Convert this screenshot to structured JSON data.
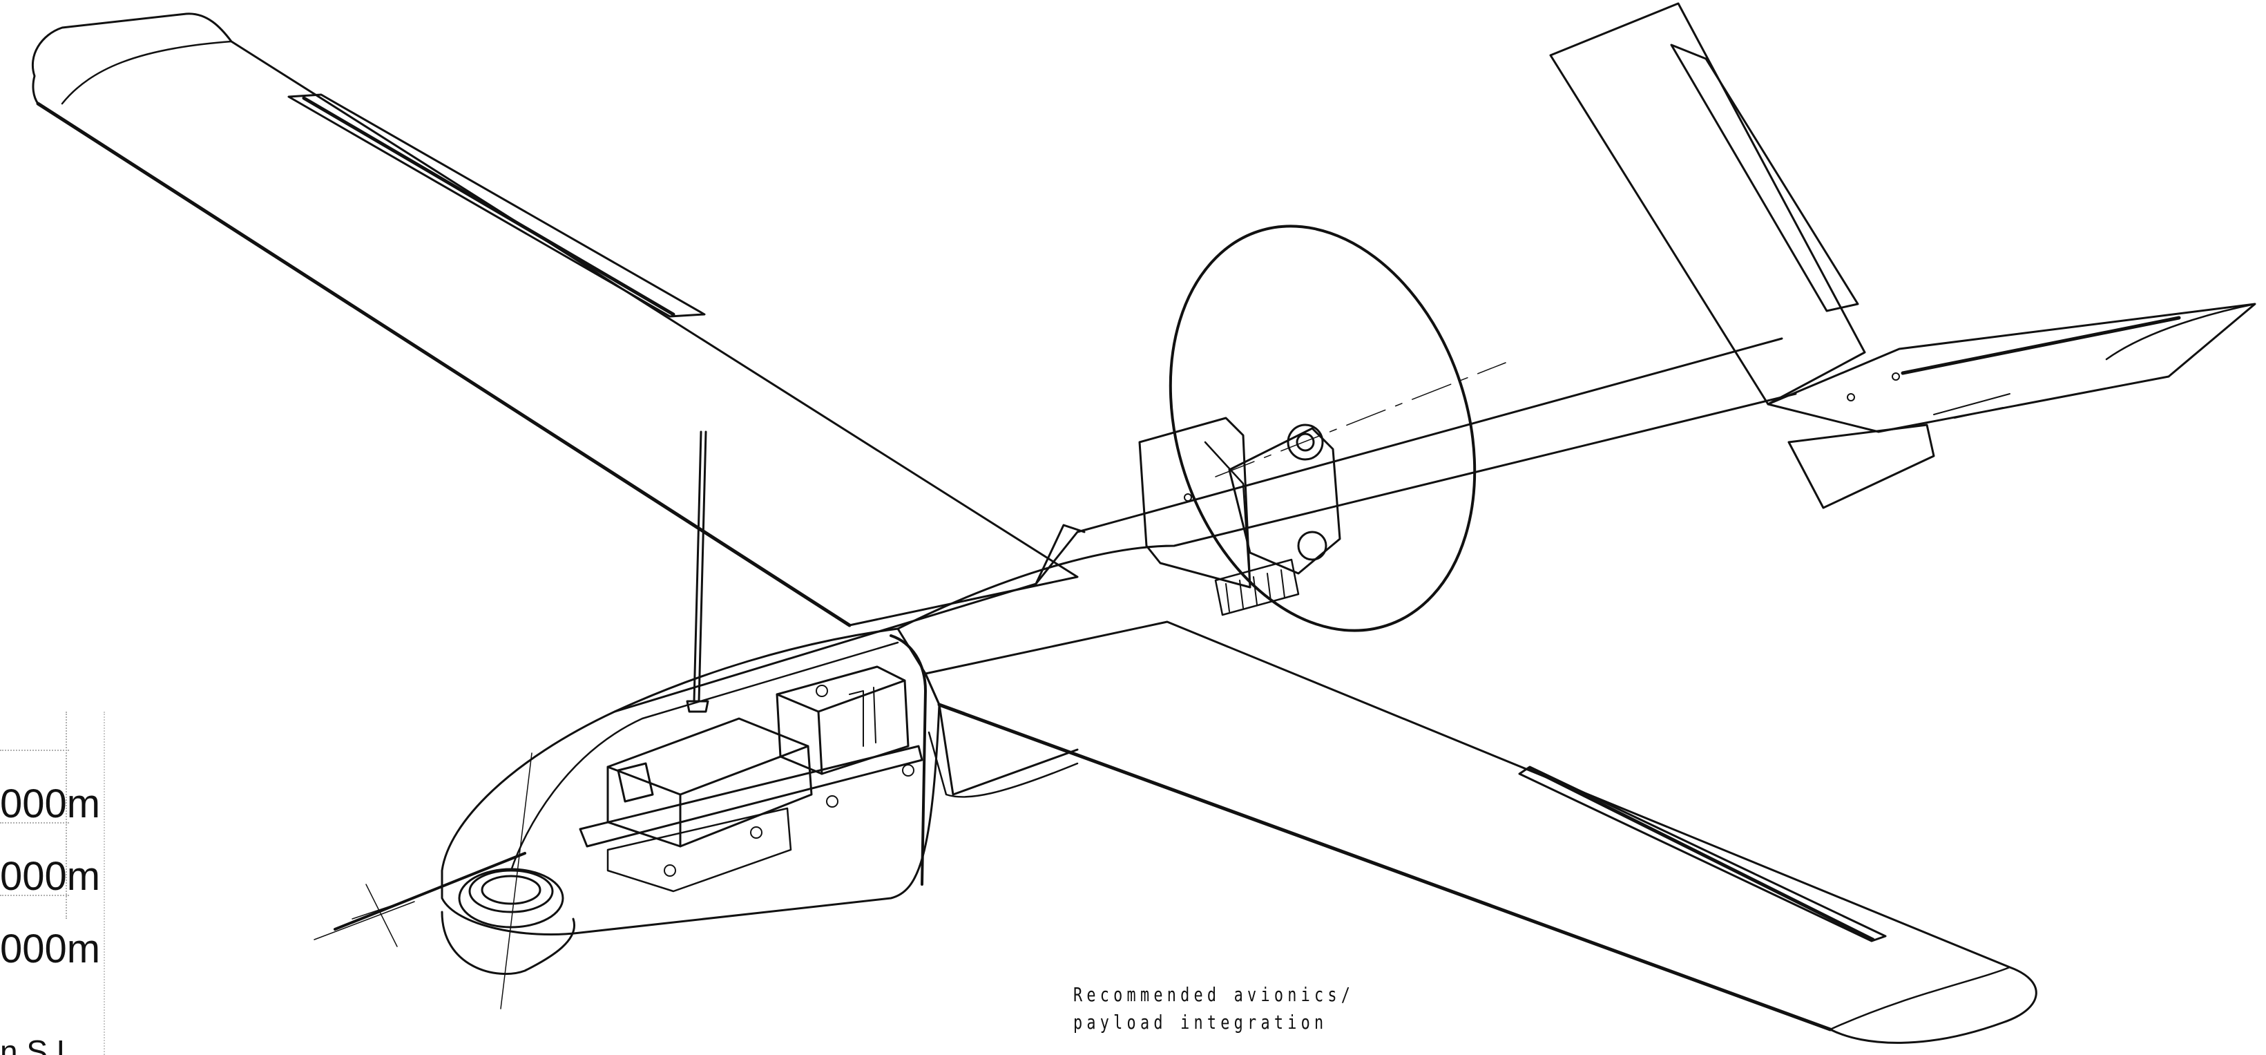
{
  "caption": {
    "line1": "Recommended avionics/",
    "line2": "payload integration"
  },
  "altitude_legend": {
    "rows": [
      "000m",
      "000m",
      "000m"
    ],
    "footer": "n S.L."
  },
  "colors": {
    "line": "#111111",
    "background": "#ffffff",
    "guide": "#b0b0b0"
  }
}
